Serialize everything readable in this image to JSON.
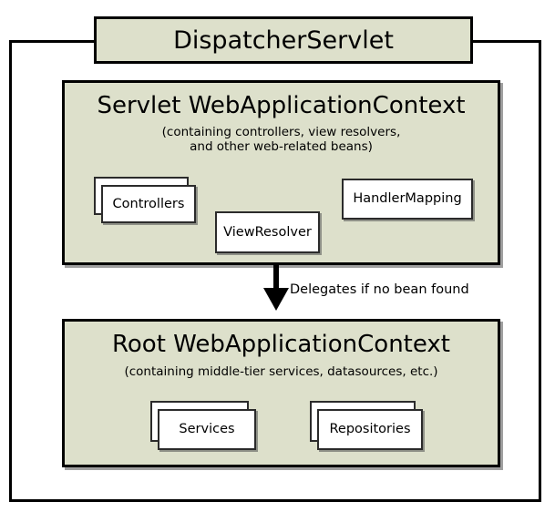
{
  "diagram": {
    "type": "spring-mvc-context-hierarchy",
    "header": {
      "title": "DispatcherServlet"
    },
    "contexts": [
      {
        "id": "servlet-context",
        "title": "Servlet WebApplicationContext",
        "subtitle_line1": "(containing controllers, view resolvers,",
        "subtitle_line2": "and other web-related beans)",
        "beans": [
          {
            "id": "controllers",
            "label": "Controllers",
            "stacked": true
          },
          {
            "id": "viewresolver",
            "label": "ViewResolver",
            "stacked": false
          },
          {
            "id": "handlermapping",
            "label": "HandlerMapping",
            "stacked": false
          }
        ]
      },
      {
        "id": "root-context",
        "title": "Root WebApplicationContext",
        "subtitle_line1": "(containing middle-tier services, datasources, etc.)",
        "subtitle_line2": "",
        "beans": [
          {
            "id": "services",
            "label": "Services",
            "stacked": true
          },
          {
            "id": "repositories",
            "label": "Repositories",
            "stacked": true
          }
        ]
      }
    ],
    "arrow": {
      "label": "Delegates if no bean found",
      "direction": "down",
      "from": "servlet-context",
      "to": "root-context"
    },
    "colors": {
      "context_fill": "#dde0cb",
      "leaf_fill": "#ffffff",
      "stroke": "#000000",
      "leaf_stroke": "#2b2b2b",
      "page_background": "#ffffff"
    }
  }
}
